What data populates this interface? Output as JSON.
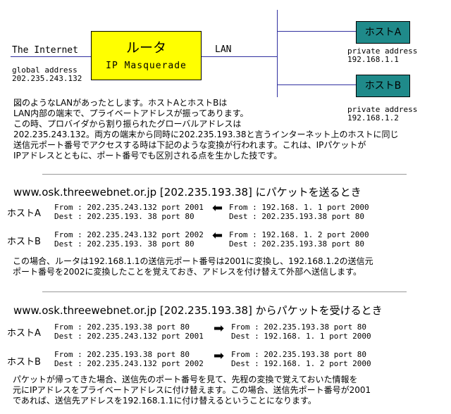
{
  "diagram": {
    "internet_label": "The Internet",
    "global_label": "global address",
    "global_ip": "202.235.243.132",
    "router_title": "ルータ",
    "router_sub": "IP Masquerade",
    "lan_label": "LAN",
    "hostA": {
      "name": "ホストA",
      "label": "private address",
      "ip": "192.168.1.1"
    },
    "hostB": {
      "name": "ホストB",
      "label": "private address",
      "ip": "192.168.1.2"
    }
  },
  "intro": {
    "lines": [
      "図のようなLANがあったとします。ホストAとホストBは",
      "LAN内部の端末で、プライベートアドレスが振ってあります。",
      "この時、プロバイダから割り振られたグローバルアドレスは",
      "202.235.243.132。両方の端末から同時に202.235.193.38と言うインターネット上のホストに同じ",
      "送信元ポート番号でアクセスする時は下記のような変換が行われます。これは、IPパケットが",
      "IPアドレスとともに、ポート番号でも区別される点を生かした技です。"
    ]
  },
  "send": {
    "heading": "www.osk.threewebnet.or.jp [202.235.193.38] にパケットを送るとき",
    "rows": [
      {
        "host": "ホストA",
        "left_from": "From : 202.235.243.132 port 2001",
        "left_dest": "Dest : 202.235.193. 38 port 80",
        "right_from": "From : 192.168.  1.  1 port 2000",
        "right_dest": "Dest : 202.235.193.38 port 80"
      },
      {
        "host": "ホストB",
        "left_from": "From : 202.235.243.132 port 2002",
        "left_dest": "Dest : 202.235.193. 38 port 80",
        "right_from": "From : 192.168.  1.  2 port 2000",
        "right_dest": "Dest : 202.235.193.38 port 80"
      }
    ],
    "note_lines": [
      "この場合、ルータは192.168.1.1の送信元ポート番号は2001に変換し、192.168.1.2の送信元",
      "ポート番号を2002に変換したことを覚えておき、アドレスを付け替えて外部へ送信します。"
    ]
  },
  "receive": {
    "heading": "www.osk.threewebnet.or.jp [202.235.193.38] からパケットを受けるとき",
    "rows": [
      {
        "host": "ホストA",
        "left_from": "From : 202.235.193.38  port 80",
        "left_dest": "Dest : 202.235.243.132 port 2001",
        "right_from": "From : 202.235.193.38 port 80",
        "right_dest": "Dest : 192.168.  1.  1 port 2000"
      },
      {
        "host": "ホストB",
        "left_from": "From : 202.235.193.38  port 80",
        "left_dest": "Dest : 202.235.243.132 port 2002",
        "right_from": "From : 202.235.193.38 port 80",
        "right_dest": "Dest : 192.168.  1.  2 port 2000"
      }
    ],
    "note_lines": [
      "パケットが帰ってきた場合、送信先のポート番号を見て、先程の変換で覚えておいた情報を",
      "元にIPアドレスをプライベートアドレスに付け替えます。この場合、送信先ポート番号が2001",
      "であれば、送信先アドレスを192.168.1.1に付け替えるということになります。"
    ]
  },
  "colors": {
    "router": "#ffff00",
    "host": "#1f8a8a",
    "lines": "#3030a0"
  }
}
